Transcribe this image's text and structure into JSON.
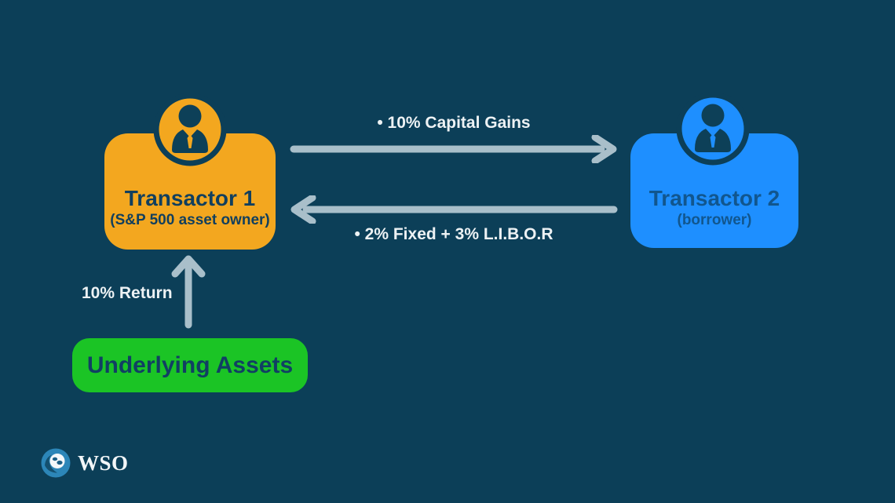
{
  "diagram": {
    "title_semantic": "equity swap flow diagram",
    "nodes": {
      "transactor1": {
        "title": "Transactor 1",
        "subtitle": "(S&P 500 asset owner)",
        "color": "#f3a71f"
      },
      "transactor2": {
        "title": "Transactor 2",
        "subtitle": "(borrower)",
        "color": "#1e8fff"
      },
      "underlying_assets": {
        "label": "Underlying Assets",
        "color": "#1bc425"
      }
    },
    "flows": {
      "capital_gains": {
        "label": "• 10% Capital Gains",
        "from": "Transactor 1",
        "to": "Transactor 2",
        "direction": "right"
      },
      "fixed_plus_libor": {
        "label": "• 2% Fixed + 3% L.I.B.O.R",
        "from": "Transactor 2",
        "to": "Transactor 1",
        "direction": "left"
      },
      "asset_return": {
        "label": "10% Return",
        "from": "Underlying Assets",
        "to": "Transactor 1",
        "direction": "up"
      }
    },
    "colors": {
      "background": "#0c3f58",
      "navy_text": "#113f5e",
      "arrow": "#a9bfca",
      "label_text": "#edf2f4"
    }
  },
  "branding": {
    "logo_text": "WSO"
  }
}
